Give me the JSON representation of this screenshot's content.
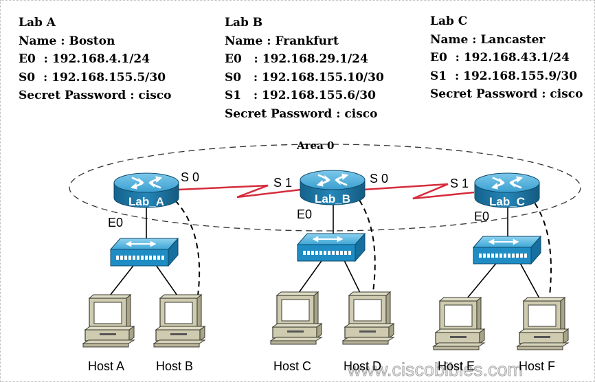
{
  "labs": [
    {
      "title": "Lab A",
      "name": "Name : Boston",
      "lines": [
        "E0  : 192.168.4.1/24",
        "S0  : 192.168.155.5/30",
        "Secret Password : cisco"
      ]
    },
    {
      "title": "Lab B",
      "name": "Name : Frankfurt",
      "lines": [
        "E0   : 192.168.29.1/24",
        "S0   : 192.168.155.10/30",
        "S1   : 192.168.155.6/30",
        "Secret Password : cisco"
      ]
    },
    {
      "title": "Lab C",
      "name": "Name : Lancaster",
      "lines": [
        "E0  : 192.168.43.1/24",
        "S1  : 192.168.155.9/30",
        "Secret Password : cisco"
      ]
    }
  ],
  "diagram": {
    "area_label": "Area 0",
    "routers": [
      "Lab_A",
      "Lab_B",
      "Lab_C"
    ],
    "interfaces": {
      "a_s0": "S 0",
      "b_s1": "S 1",
      "b_s0": "S 0",
      "c_s1": "S 1",
      "a_e0": "E0",
      "b_e0": "E0",
      "c_e0": "E0"
    },
    "hosts": [
      "Host A",
      "Host B",
      "Host C",
      "Host D",
      "Host E",
      "Host F"
    ]
  },
  "watermark": "www.ciscobibles.com",
  "colors": {
    "serial_link": "#d62c3c",
    "router_body": "#1e7fb0",
    "switch_body": "#1f8cc4",
    "pc_body": "#c8c4a8"
  }
}
